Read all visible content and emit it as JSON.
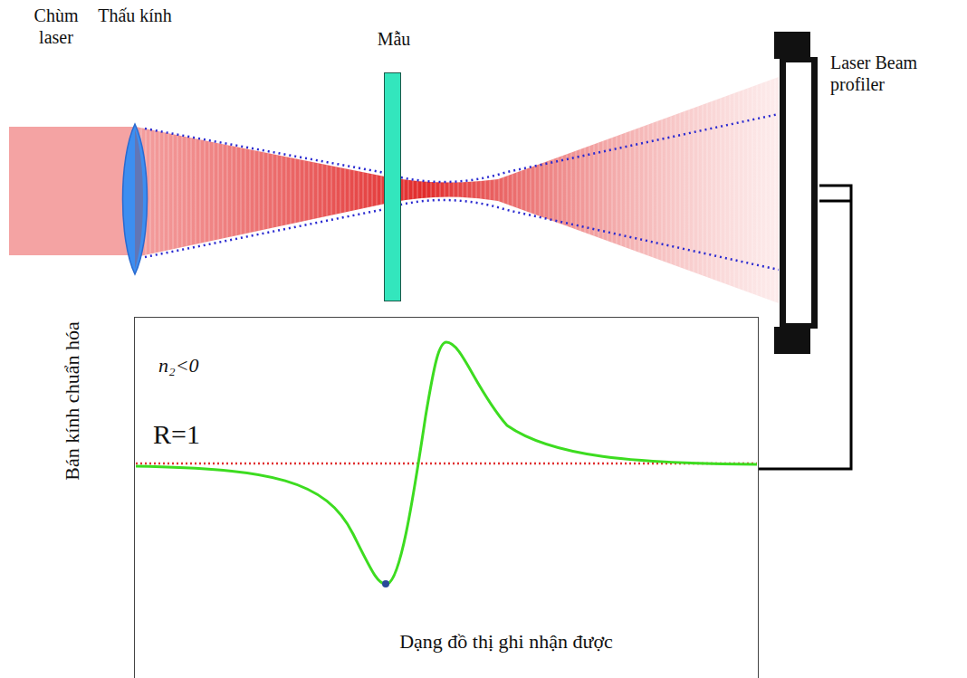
{
  "diagram": {
    "nodes": [
      {
        "text": [
          "Thấu kính"
        ]
      },
      {
        "text": [
          "Mẫu"
        ]
      },
      {
        "text": [
          "Laser Beam profiler"
        ]
      },
      {
        "text": [
          "n₂<0",
          "R=1",
          "Dạng đồ thị ghi nhận được"
        ]
      }
    ],
    "edges": [
      {
        "from": 2,
        "to": 3,
        "arrow": "none"
      }
    ],
    "labels": [
      "Chùm laser",
      "Bán kính chuẩn hóa"
    ]
  }
}
